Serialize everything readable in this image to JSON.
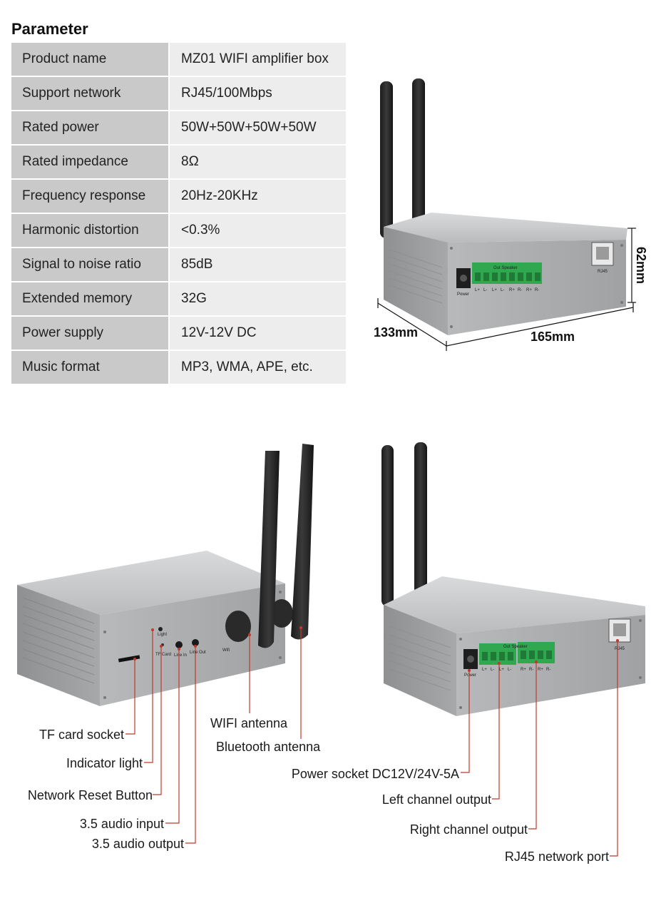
{
  "section_title": "Parameter",
  "parameters": [
    {
      "key": "Product name",
      "value": "MZ01 WIFI amplifier box"
    },
    {
      "key": "Support network",
      "value": "RJ45/100Mbps"
    },
    {
      "key": "Rated power",
      "value": "50W+50W+50W+50W"
    },
    {
      "key": "Rated impedance",
      "value": "8Ω"
    },
    {
      "key": "Frequency response",
      "value": "20Hz-20KHz"
    },
    {
      "key": "Harmonic distortion",
      "value": "<0.3%"
    },
    {
      "key": "Signal to noise ratio",
      "value": "85dB"
    },
    {
      "key": "Extended memory",
      "value": "32G"
    },
    {
      "key": "Power supply",
      "value": "12V-12V DC"
    },
    {
      "key": "Music format",
      "value": "MP3, WMA, APE, etc."
    }
  ],
  "dimensions": {
    "height": "62mm",
    "depth": "133mm",
    "width": "165mm"
  },
  "device_panel_text": {
    "out_speaker": "Out Speaker",
    "power": "Power",
    "rj45": "RJ45",
    "terminals": [
      "L+",
      "L-",
      "L+",
      "L-",
      "R+",
      "R-",
      "R+",
      "R-"
    ],
    "light": "Light",
    "tf_card": "TF Card",
    "line_in": "Line In",
    "line_out": "Line Out",
    "wifi": "Wifi"
  },
  "front_callouts": {
    "tf_card_socket": "TF card socket",
    "indicator_light": "Indicator light",
    "network_reset": "Network Reset Button",
    "audio_input": "3.5 audio input",
    "audio_output": "3.5 audio output",
    "wifi_antenna": "WIFI antenna",
    "bluetooth_antenna": "Bluetooth antenna"
  },
  "back_callouts": {
    "power_socket": "Power socket DC12V/24V-5A",
    "left_channel": "Left channel output",
    "right_channel": "Right channel output",
    "rj45_port": "RJ45 network port"
  },
  "colors": {
    "callout_line": "#c0392b",
    "terminal_green": "#2fa84f",
    "case_silver": "#b4b6b8"
  }
}
